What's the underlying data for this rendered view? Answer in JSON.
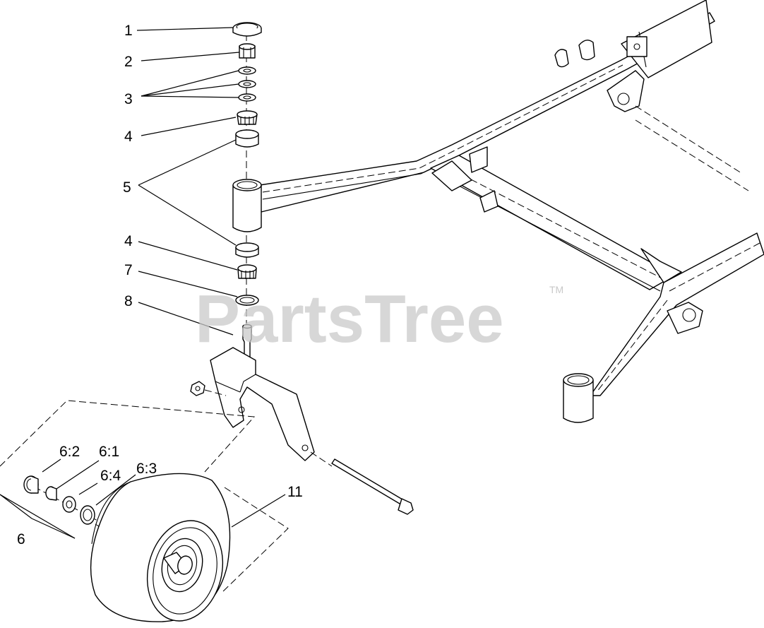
{
  "watermark": {
    "text": "PartsTree",
    "trademark": "TM"
  },
  "callouts": {
    "c1": "1",
    "c2": "2",
    "c3": "3",
    "c4a": "4",
    "c5": "5",
    "c4b": "4",
    "c7": "7",
    "c8": "8",
    "c6_2": "6:2",
    "c6_1": "6:1",
    "c6_4": "6:4",
    "c6_3": "6:3",
    "c6": "6",
    "c11": "11"
  }
}
